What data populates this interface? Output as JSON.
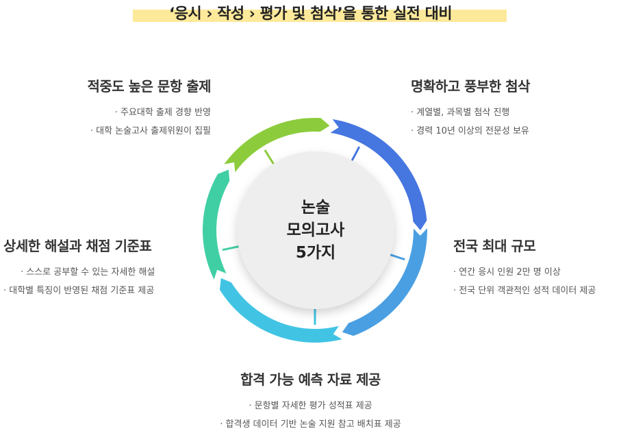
{
  "header": {
    "title": "‘응시 › 작성 › 평가 및 첨삭’을 통한 실전 대비"
  },
  "center": {
    "line1": "논술",
    "line2": "모의고사",
    "line3": "5가지"
  },
  "sections": {
    "top_left": {
      "title": "적중도 높은 문항 출제",
      "items": [
        "· 주요대학 출제 경향 반영",
        "· 대학 논술고사 출제위원이 집필"
      ]
    },
    "top_right": {
      "title": "명확하고 풍부한 첨삭",
      "items": [
        "· 계열별, 과목별 첨삭 진행",
        "· 경력 10년 이상의 전문성 보유"
      ]
    },
    "mid_left": {
      "title": "상세한 해설과 채점 기준표",
      "items": [
        "· 스스로 공부할 수 있는 자세한 해설",
        "· 대학별 특징이 반영된 채점 기준표 제공"
      ]
    },
    "mid_right": {
      "title": "전국 최대 규모",
      "items": [
        "· 연간 응시 인원 2만 명 이상",
        "· 전국 단위 객관적인 성적 데이터 제공"
      ]
    },
    "bottom": {
      "title": "합격 가능 예측 자료 제공",
      "items": [
        "· 문항별 자세한 평가 성적표 제공",
        "· 합격생 데이터 기반 논술 지원 참고 배치표 제공"
      ]
    }
  },
  "colors": {
    "blue": "#4676e0",
    "sky": "#4a9fe2",
    "cyan": "#41c4e4",
    "teal": "#40cfa4",
    "green": "#8ccc3c",
    "highlight": "#fde99a",
    "center_bg": "#eeeeee"
  }
}
